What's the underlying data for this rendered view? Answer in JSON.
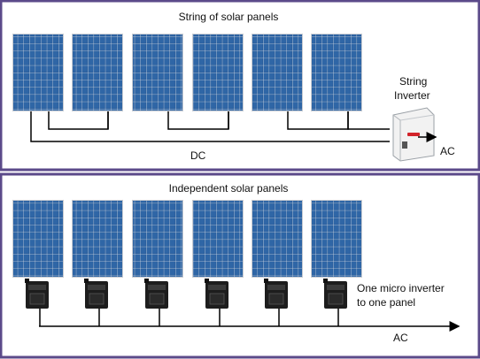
{
  "top_panel": {
    "title": "String of solar panels",
    "inverter_label_line1": "String",
    "inverter_label_line2": "Inverter",
    "dc_label": "DC",
    "ac_label": "AC",
    "panel_count": 6
  },
  "bottom_panel": {
    "title": "Independent solar panels",
    "micro_label_line1": "One micro inverter",
    "micro_label_line2": "to one panel",
    "ac_label": "AC",
    "panel_count": 6
  },
  "colors": {
    "frame_border": "#5b4a8a",
    "panel_cell": "#2a5d9a",
    "panel_grid": "#cfd9e6",
    "panel_frame": "#c9ccd2",
    "wire": "#000000",
    "inverter_accent": "#d2232a"
  }
}
